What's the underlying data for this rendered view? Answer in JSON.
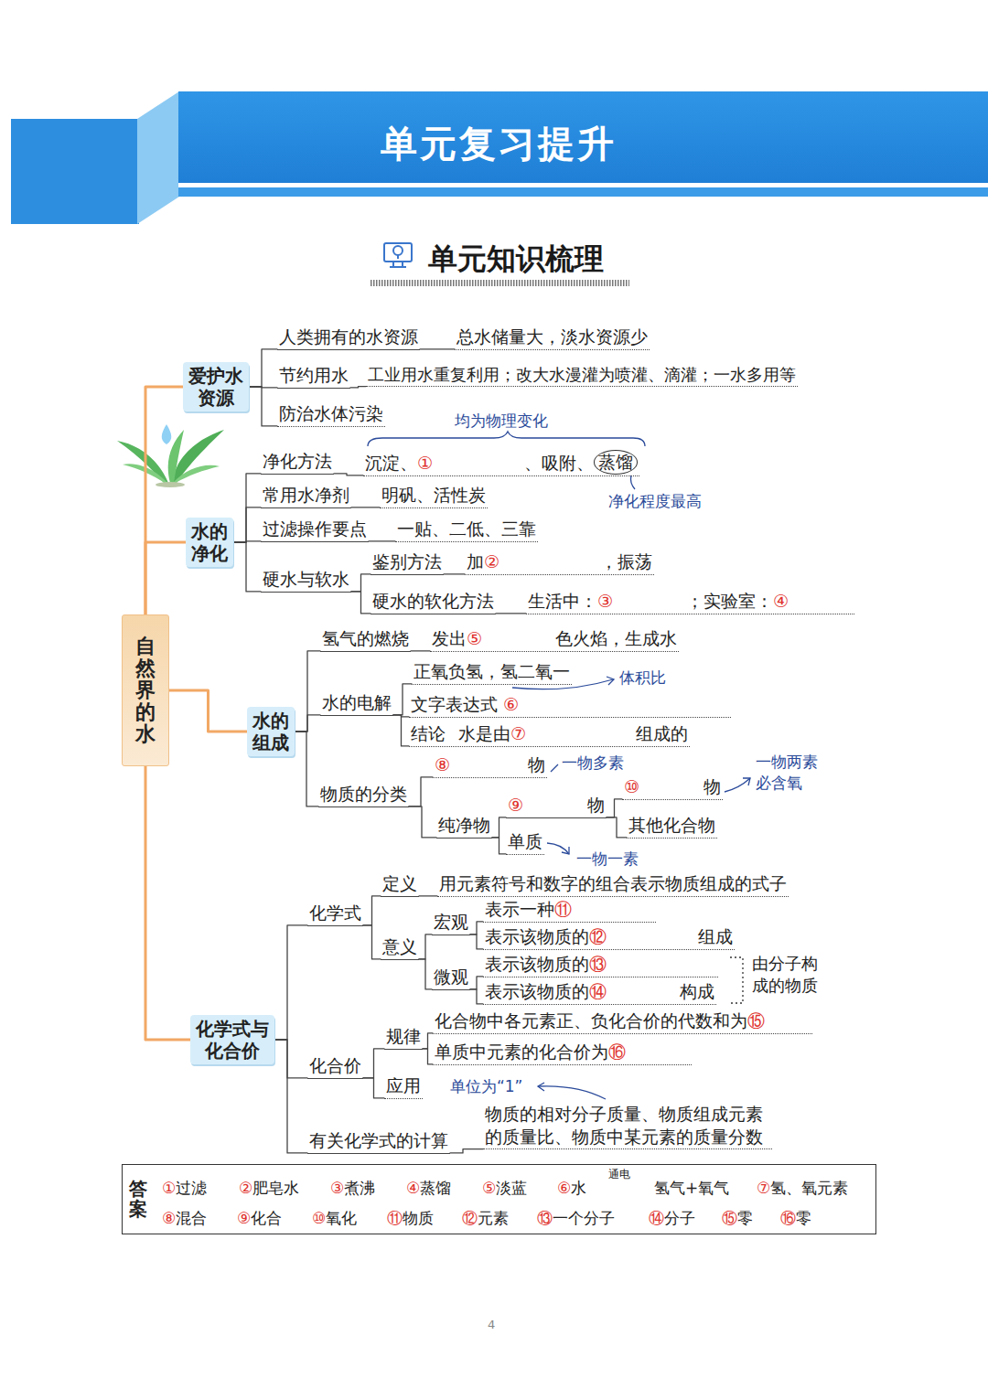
{
  "diagram": {
    "title": "单元复习提升",
    "nodes": [
      {
        "text": [
          "自然界的水"
        ]
      },
      {
        "text": [
          "爱护水资源"
        ]
      },
      {
        "text": [
          "人类拥有的水资源"
        ]
      },
      {
        "text": [
          "总水储量大，淡水资源少"
        ]
      },
      {
        "text": [
          "节约用水"
        ]
      },
      {
        "text": [
          "工业用水重复利用；改大水漫灌为喷灌、滴灌；一水多用等"
        ]
      },
      {
        "text": [
          "防治水体污染"
        ]
      },
      {
        "text": [
          "水的净化"
        ]
      },
      {
        "text": [
          "净化方法"
        ]
      },
      {
        "text": [
          "沉淀、①",
          "、吸附、",
          "蒸馏"
        ]
      },
      {
        "text": [
          "常用水净剂"
        ]
      },
      {
        "text": [
          "明矾、活性炭"
        ]
      },
      {
        "text": [
          "过滤操作要点"
        ]
      },
      {
        "text": [
          "一贴、二低、三靠"
        ]
      },
      {
        "text": [
          "硬水与软水"
        ]
      },
      {
        "text": [
          "鉴别方法"
        ]
      },
      {
        "text": [
          "加②",
          "，振荡"
        ]
      },
      {
        "text": [
          "硬水的软化方法"
        ]
      },
      {
        "text": [
          "生活中：③",
          "；实验室：④"
        ]
      },
      {
        "text": [
          "水的组成"
        ]
      },
      {
        "text": [
          "氢气的燃烧"
        ]
      },
      {
        "text": [
          "发出⑤",
          "色火焰，生成水"
        ]
      },
      {
        "text": [
          "水的电解"
        ]
      },
      {
        "text": [
          "正氧负氢，氢二氧一"
        ]
      },
      {
        "text": [
          "文字表达式 ⑥"
        ]
      },
      {
        "text": [
          "结论",
          "水是由⑦",
          "组成的"
        ]
      },
      {
        "text": [
          "物质的分类"
        ]
      },
      {
        "text": [
          "⑧",
          "物"
        ]
      },
      {
        "text": [
          "纯净物"
        ]
      },
      {
        "text": [
          "⑨",
          "物"
        ]
      },
      {
        "text": [
          "⑩",
          "物"
        ]
      },
      {
        "text": [
          "其他化合物"
        ]
      },
      {
        "text": [
          "单质"
        ]
      },
      {
        "text": [
          "化学式与化合价"
        ]
      },
      {
        "text": [
          "化学式"
        ]
      },
      {
        "text": [
          "定义"
        ]
      },
      {
        "text": [
          "用元素符号和数字的组合表示物质组成的式子"
        ]
      },
      {
        "text": [
          "意义"
        ]
      },
      {
        "text": [
          "宏观"
        ]
      },
      {
        "text": [
          "表示一种⑪"
        ]
      },
      {
        "text": [
          "表示该物质的⑫",
          "组成"
        ]
      },
      {
        "text": [
          "微观"
        ]
      },
      {
        "text": [
          "表示该物质的⑬"
        ]
      },
      {
        "text": [
          "表示该物质的⑭",
          "构成"
        ]
      },
      {
        "text": [
          "化合价"
        ]
      },
      {
        "text": [
          "规律"
        ]
      },
      {
        "text": [
          "化合物中各元素正、负化合价的代数和为⑮"
        ]
      },
      {
        "text": [
          "单质中元素的化合价为⑯"
        ]
      },
      {
        "text": [
          "应用"
        ]
      },
      {
        "text": [
          "有关化学式的计算"
        ]
      },
      {
        "text": [
          "物质的相对分子质量、物质组成元素 的质量比、物质中某元素的质量分数"
        ]
      },
      {
        "text": [
          "答案",
          "①过滤",
          "②肥皂水",
          "③煮沸",
          "④蒸馏",
          "⑤淡蓝",
          "⑥水",
          "通电",
          "氢气+氧气",
          "⑦氢、氧元素",
          "⑧混合",
          "⑨化合",
          "⑩氧化",
          "⑪物质",
          "⑫元素",
          "⑬一个分子",
          "⑭分子",
          "⑮零",
          "⑯零"
        ]
      }
    ],
    "edges": [
      {
        "from": 0,
        "to": 1,
        "arrow": "none"
      },
      {
        "from": 0,
        "to": 7,
        "arrow": "none"
      },
      {
        "from": 0,
        "to": 19,
        "arrow": "none"
      },
      {
        "from": 0,
        "to": 33,
        "arrow": "none"
      },
      {
        "from": 1,
        "to": 2,
        "arrow": "none"
      },
      {
        "from": 1,
        "to": 4,
        "arrow": "none"
      },
      {
        "from": 1,
        "to": 6,
        "arrow": "none"
      },
      {
        "from": 2,
        "to": 3,
        "arrow": "none"
      },
      {
        "from": 4,
        "to": 5,
        "arrow": "none"
      },
      {
        "from": 7,
        "to": 8,
        "arrow": "none"
      },
      {
        "from": 7,
        "to": 10,
        "arrow": "none"
      },
      {
        "from": 7,
        "to": 12,
        "arrow": "none"
      },
      {
        "from": 7,
        "to": 14,
        "arrow": "none"
      },
      {
        "from": 8,
        "to": 9,
        "arrow": "none"
      },
      {
        "from": 10,
        "to": 11,
        "arrow": "none"
      },
      {
        "from": 12,
        "to": 13,
        "arrow": "none"
      },
      {
        "from": 14,
        "to": 15,
        "arrow": "none"
      },
      {
        "from": 14,
        "to": 17,
        "arrow": "none"
      },
      {
        "from": 15,
        "to": 16,
        "arrow": "none"
      },
      {
        "from": 17,
        "to": 18,
        "arrow": "none"
      },
      {
        "from": 19,
        "to": 20,
        "arrow": "none"
      },
      {
        "from": 19,
        "to": 22,
        "arrow": "none"
      },
      {
        "from": 19,
        "to": 26,
        "arrow": "none"
      },
      {
        "from": 20,
        "to": 21,
        "arrow": "none"
      },
      {
        "from": 22,
        "to": 23,
        "arrow": "none"
      },
      {
        "from": 22,
        "to": 24,
        "arrow": "none"
      },
      {
        "from": 22,
        "to": 25,
        "arrow": "none"
      },
      {
        "from": 26,
        "to": 27,
        "arrow": "none"
      },
      {
        "from": 26,
        "to": 28,
        "arrow": "none"
      },
      {
        "from": 28,
        "to": 29,
        "arrow": "none"
      },
      {
        "from": 28,
        "to": 32,
        "arrow": "none"
      },
      {
        "from": 29,
        "to": 30,
        "arrow": "none"
      },
      {
        "from": 29,
        "to": 31,
        "arrow": "none"
      },
      {
        "from": 33,
        "to": 34,
        "arrow": "none"
      },
      {
        "from": 33,
        "to": 44,
        "arrow": "none"
      },
      {
        "from": 33,
        "to": 49,
        "arrow": "none"
      },
      {
        "from": 34,
        "to": 35,
        "arrow": "none"
      },
      {
        "from": 34,
        "to": 37,
        "arrow": "none"
      },
      {
        "from": 35,
        "to": 36,
        "arrow": "none"
      },
      {
        "from": 37,
        "to": 38,
        "arrow": "none"
      },
      {
        "from": 37,
        "to": 41,
        "arrow": "none"
      },
      {
        "from": 38,
        "to": 39,
        "arrow": "none"
      },
      {
        "from": 38,
        "to": 40,
        "arrow": "none"
      },
      {
        "from": 41,
        "to": 42,
        "arrow": "none"
      },
      {
        "from": 41,
        "to": 43,
        "arrow": "none"
      },
      {
        "from": 44,
        "to": 45,
        "arrow": "none"
      },
      {
        "from": 44,
        "to": 48,
        "arrow": "none"
      },
      {
        "from": 45,
        "to": 46,
        "arrow": "none"
      },
      {
        "from": 45,
        "to": 47,
        "arrow": "none"
      },
      {
        "from": 49,
        "to": 50,
        "arrow": "none"
      }
    ],
    "labels": [
      "单元知识梳理",
      "均为物理变化",
      "净化程度最高",
      "体积比",
      "一物多素",
      "一物两素 必含氧",
      "一物一素",
      "由分子构 成的物质",
      "单位为“1”",
      "4"
    ]
  }
}
